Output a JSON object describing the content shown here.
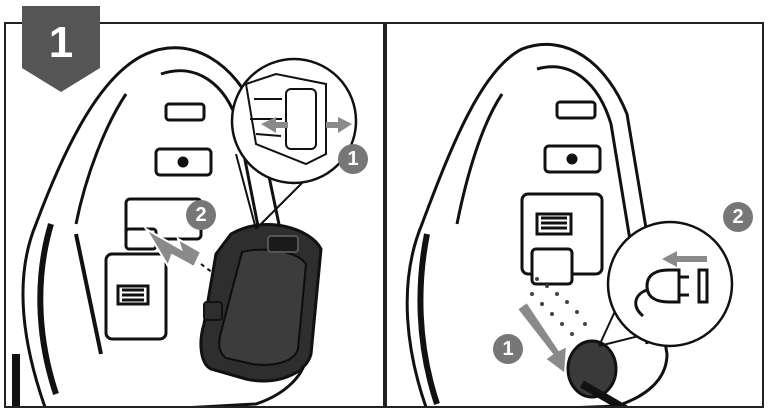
{
  "step": {
    "number": "1"
  },
  "left_panel": {
    "callouts": [
      {
        "label": "1"
      },
      {
        "label": "2"
      }
    ]
  },
  "right_panel": {
    "callouts": [
      {
        "label": "1"
      },
      {
        "label": "2"
      }
    ]
  },
  "colors": {
    "badge": "#555555",
    "callout": "#777777",
    "arrow": "#8a8a8a",
    "outline": "#111111",
    "battery": "#2e2e2e"
  },
  "icons": [
    "tool-body",
    "battery-pack",
    "plug-icon",
    "socket-icon",
    "arrow-icon",
    "zoom-circle"
  ]
}
